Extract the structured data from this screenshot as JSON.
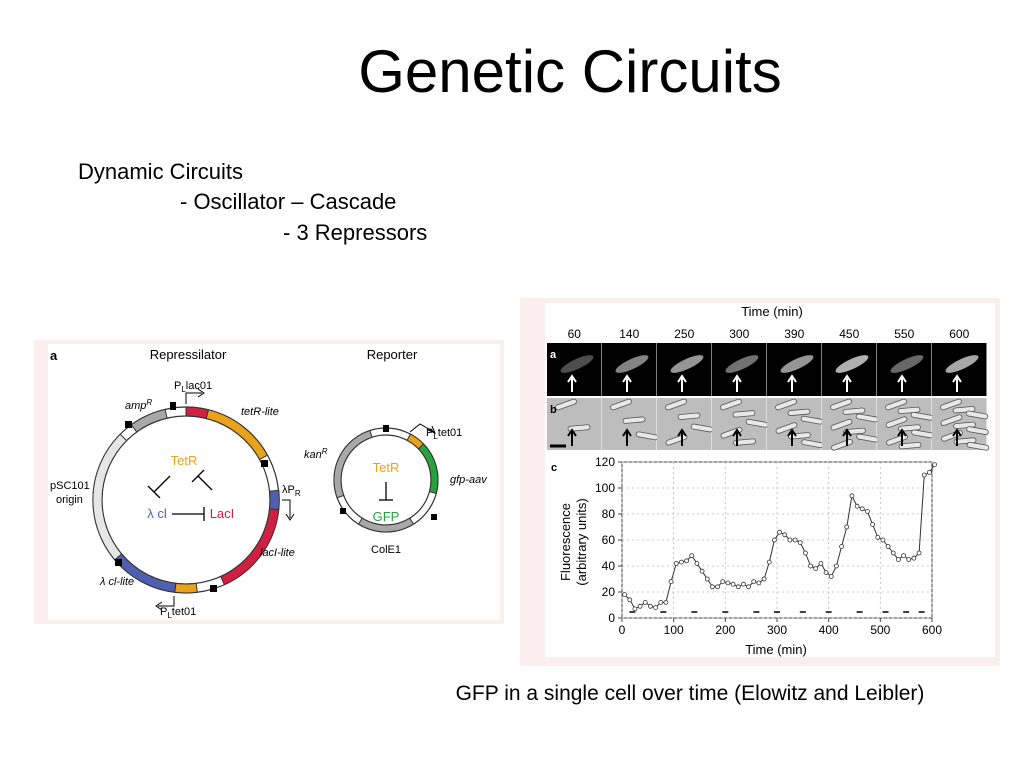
{
  "slide": {
    "title": "Genetic Circuits",
    "bullets": [
      "Dynamic Circuits",
      "- Oscillator – Cascade",
      "- 3 Repressors"
    ],
    "caption": "GFP in a single cell over time (Elowitz and Leibler)"
  },
  "repressilator": {
    "panel_label": "a",
    "heading": "Repressilator",
    "labels": {
      "plac01": "P",
      "plac01_sub": "L",
      "plac01_rest": "lac01",
      "tetr_lite": "tetR-lite",
      "ampr": "amp",
      "ampr_sup": "R",
      "lambda_pr": "λP",
      "lambda_pr_sub": "R",
      "psc101": "pSC101",
      "origin": "origin",
      "laci_lite": "lacI-lite",
      "cl_lite": "λ cl-lite",
      "pltet01": "P",
      "pltet01_sub": "L",
      "pltet01_rest": "tet01"
    },
    "nodes": {
      "tetr": "TetR",
      "laci": "LacI",
      "cl": "λ cl"
    },
    "colors": {
      "tetr": "#e8a21c",
      "laci": "#d02040",
      "cl": "#5060b0"
    }
  },
  "reporter": {
    "heading": "Reporter",
    "labels": {
      "kanr": "kan",
      "kanr_sup": "R",
      "pltet01": "P",
      "pltet01_sub": "L",
      "pltet01_rest": "tet01",
      "gfp_aav": "gfp-aav",
      "cole1": "ColE1"
    },
    "nodes": {
      "tetr": "TetR",
      "gfp": "GFP"
    },
    "colors": {
      "tetr": "#e8a21c",
      "gfp": "#2aa040"
    }
  },
  "micrographs": {
    "time_heading": "Time (min)",
    "times": [
      "60",
      "140",
      "250",
      "300",
      "390",
      "450",
      "550",
      "600"
    ],
    "row_a_label": "a",
    "row_b_label": "b",
    "row_a_brightness": [
      0.15,
      0.45,
      0.55,
      0.35,
      0.55,
      0.7,
      0.3,
      0.65
    ]
  },
  "chart_data": {
    "type": "line",
    "panel_label": "c",
    "xlabel": "Time (min)",
    "ylabel": "Fluorescence (arbitrary units)",
    "ylabel_line1": "Fluorescence",
    "ylabel_line2": "(arbitrary units)",
    "xlim": [
      0,
      600
    ],
    "ylim": [
      0,
      120
    ],
    "xticks": [
      0,
      100,
      200,
      300,
      400,
      500,
      600
    ],
    "yticks": [
      0,
      20,
      40,
      60,
      80,
      100,
      120
    ],
    "grid": true,
    "series": [
      {
        "x": [
          5,
          15,
          25,
          35,
          45,
          55,
          65,
          75,
          85,
          95,
          105,
          115,
          125,
          135,
          145,
          155,
          165,
          175,
          185,
          195,
          205,
          215,
          225,
          235,
          245,
          255,
          265,
          275,
          285,
          295,
          305,
          315,
          325,
          335,
          345,
          355,
          365,
          375,
          385,
          395,
          405,
          415,
          425,
          435,
          445,
          455,
          465,
          475,
          485,
          495,
          505,
          515,
          525,
          535,
          545,
          555,
          565,
          575,
          585,
          595,
          605
        ],
        "y": [
          18,
          14,
          7,
          9,
          12,
          9,
          8,
          12,
          12,
          28,
          42,
          43,
          44,
          48,
          42,
          36,
          30,
          24,
          24,
          28,
          27,
          26,
          24,
          26,
          24,
          28,
          27,
          30,
          43,
          60,
          66,
          64,
          60,
          60,
          58,
          50,
          40,
          38,
          42,
          35,
          32,
          40,
          55,
          70,
          94,
          86,
          84,
          82,
          72,
          62,
          60,
          55,
          50,
          45,
          48,
          45,
          46,
          50,
          110,
          112,
          118
        ]
      }
    ],
    "markers": [
      20,
      80,
      140,
      200,
      260,
      300,
      350,
      400,
      460,
      510,
      550,
      580
    ]
  }
}
